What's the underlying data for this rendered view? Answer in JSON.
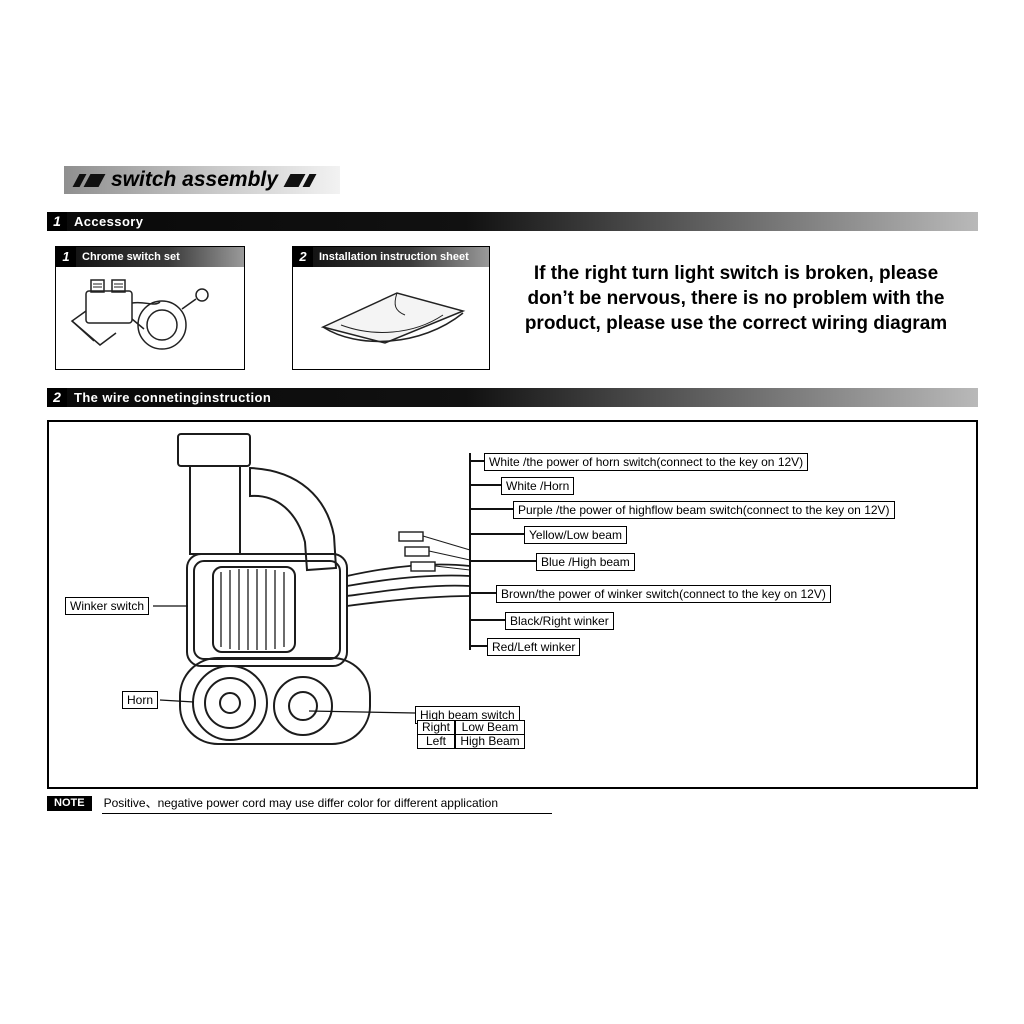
{
  "header": {
    "title": "switch assembly"
  },
  "accessory": {
    "number": "1",
    "title": "Accessory",
    "items": [
      {
        "number": "1",
        "label": "Chrome switch set"
      },
      {
        "number": "2",
        "label": "Installation instruction sheet"
      }
    ],
    "notice_lines": [
      "If the right turn light switch is broken, please",
      "don’t be nervous, there is no problem with the",
      "product, please use the correct wiring diagram"
    ]
  },
  "wiring": {
    "number": "2",
    "title": "The wire connetinginstruction",
    "component_labels": {
      "winker_switch": "Winker switch",
      "horn": "Horn",
      "high_beam_switch": "High beam switch"
    },
    "beam_table": {
      "rows": [
        {
          "position": "Right",
          "beam": "Low Beam"
        },
        {
          "position": "Left",
          "beam": "High Beam"
        }
      ]
    },
    "wire_labels": [
      "White /the power of  horn switch(connect to the key on 12V)",
      "White /Horn",
      "Purple /the power of highflow beam switch(connect to the key on 12V)",
      "Yellow/Low beam",
      "Blue /High beam",
      "Brown/the power of winker switch(connect to the key on 12V)",
      "Black/Right winker",
      "Red/Left winker"
    ]
  },
  "note": {
    "label": "NOTE",
    "text": "Positive、negative power cord may use differ color for different application"
  }
}
